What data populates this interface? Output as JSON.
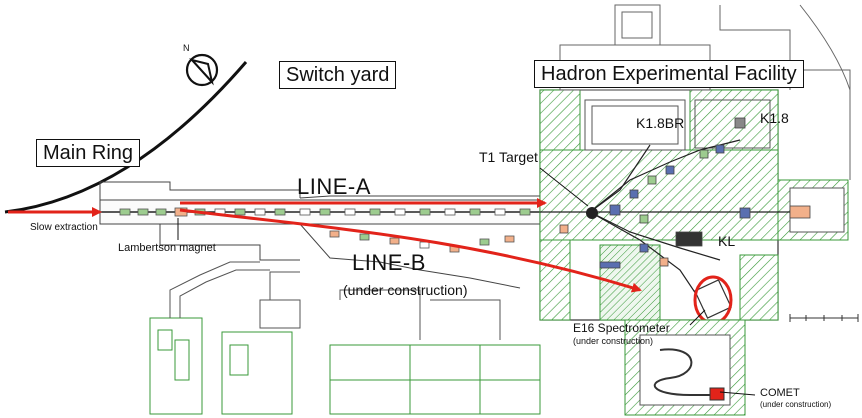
{
  "labels": {
    "switch_yard": "Switch yard",
    "hadron_facility": "Hadron Experimental Facility",
    "main_ring": "Main Ring",
    "slow_extraction": "Slow extraction",
    "lambertson_magnet": "Lambertson magnet",
    "line_a": "LINE-A",
    "line_b": "LINE-B",
    "line_b_note": "(under construction)",
    "t1_target": "T1 Target",
    "k18br": "K1.8BR",
    "k18": "K1.8",
    "kl": "KL",
    "e16_spectrometer": "E16 Spectrometer",
    "e16_note": "(under construction)",
    "comet": "COMET",
    "comet_note": "(under construction)",
    "compass_letter": "N"
  },
  "icons": {
    "compass": "north-arrow-icon"
  },
  "colors": {
    "beam_arrow": "#e2231a",
    "hatch_green": "#3a9a3a",
    "drawing_line": "#333333",
    "text": "#111111"
  }
}
